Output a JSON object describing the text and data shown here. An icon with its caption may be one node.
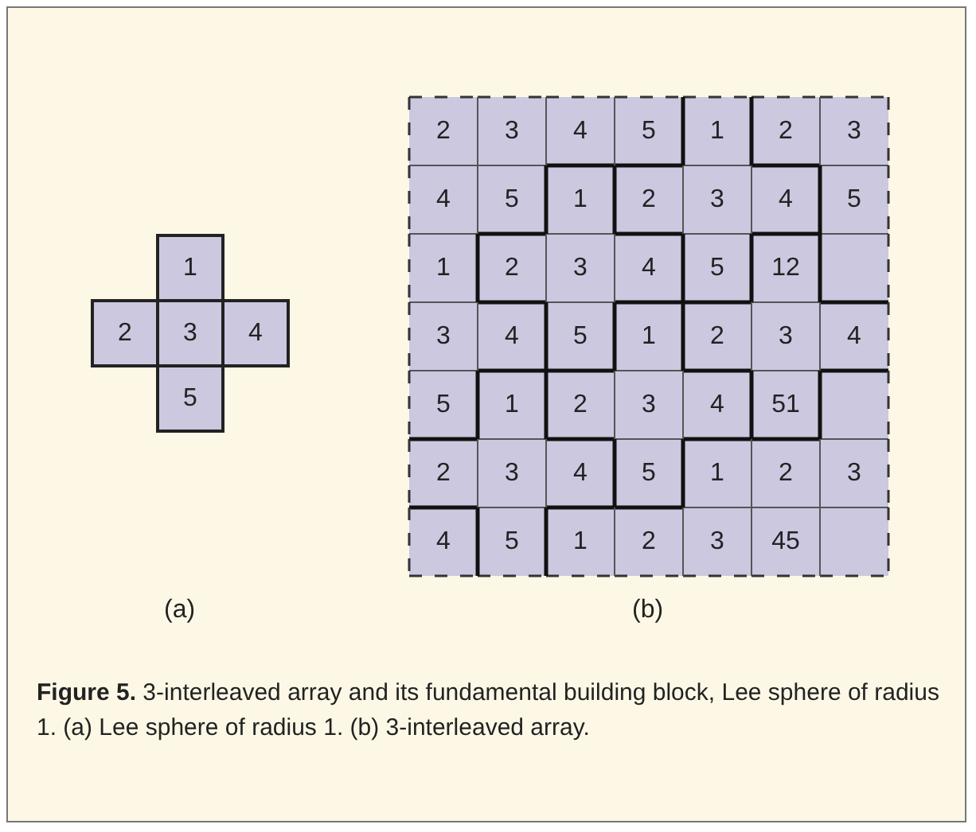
{
  "diagram": {
    "caption": "**Figure 5.** 3-interleaved array and its fundamental building block, Lee sphere of radius 1. (a) Lee sphere of radius 1. (b) 3-interleaved array.",
    "labels": [
      "1",
      "2",
      "3",
      "4",
      "5",
      "2",
      "3",
      "4",
      "5",
      "1",
      "2",
      "3",
      "4",
      "5",
      "1",
      "2",
      "3",
      "4",
      "5",
      "1",
      "2",
      "3",
      "4",
      "5",
      "12",
      "3",
      "4",
      "5",
      "1",
      "2",
      "3",
      "4",
      "5",
      "1",
      "2",
      "3",
      "4",
      "51",
      "2",
      "3",
      "4",
      "5",
      "1",
      "2",
      "3",
      "4",
      "5",
      "1",
      "2",
      "3",
      "45",
      "(a)",
      "(b)"
    ]
  }
}
